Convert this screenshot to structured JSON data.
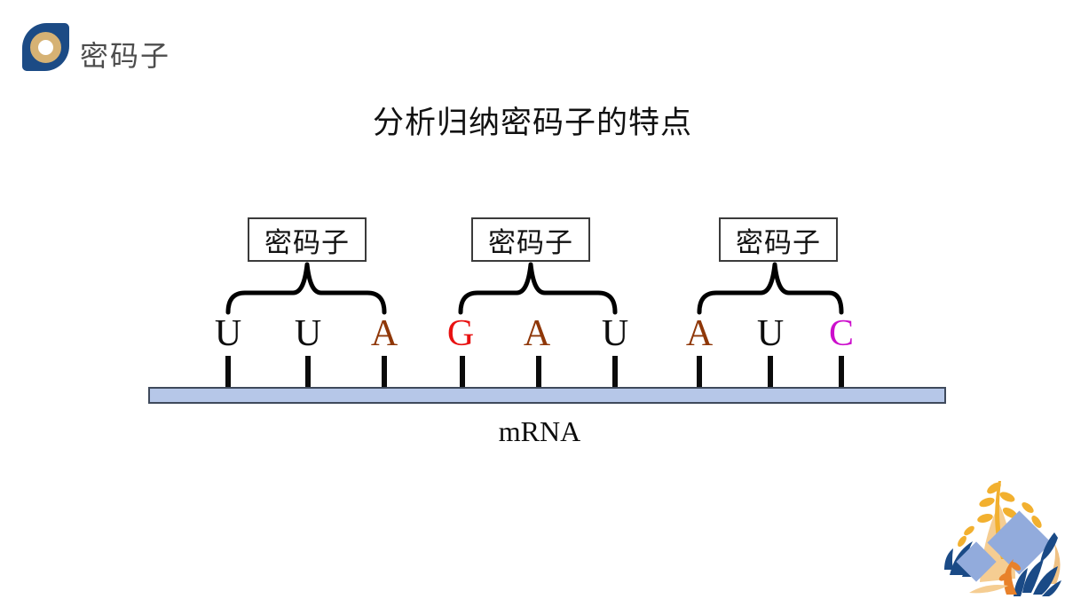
{
  "logo": {
    "text": "密码子"
  },
  "title": "分析归纳密码子的特点",
  "diagram": {
    "groups": [
      {
        "label": "密码子",
        "letters": [
          {
            "char": "U",
            "color": "#0d0d0d"
          },
          {
            "char": "U",
            "color": "#0d0d0d"
          },
          {
            "char": "A",
            "color": "#8f3708"
          }
        ]
      },
      {
        "label": "密码子",
        "letters": [
          {
            "char": "G",
            "color": "#e81111"
          },
          {
            "char": "A",
            "color": "#8f3708"
          },
          {
            "char": "U",
            "color": "#0d0d0d"
          }
        ]
      },
      {
        "label": "密码子",
        "letters": [
          {
            "char": "A",
            "color": "#8f3708"
          },
          {
            "char": "U",
            "color": "#0d0d0d"
          },
          {
            "char": "C",
            "color": "#cc0ecc"
          }
        ]
      }
    ],
    "strand_label": "mRNA",
    "colors": {
      "bar_fill": "#b6c7e8",
      "bar_border": "#3f4a5c",
      "brace": "#000000",
      "logo_blue": "#1c4b85",
      "logo_gold": "#d6b274"
    }
  }
}
